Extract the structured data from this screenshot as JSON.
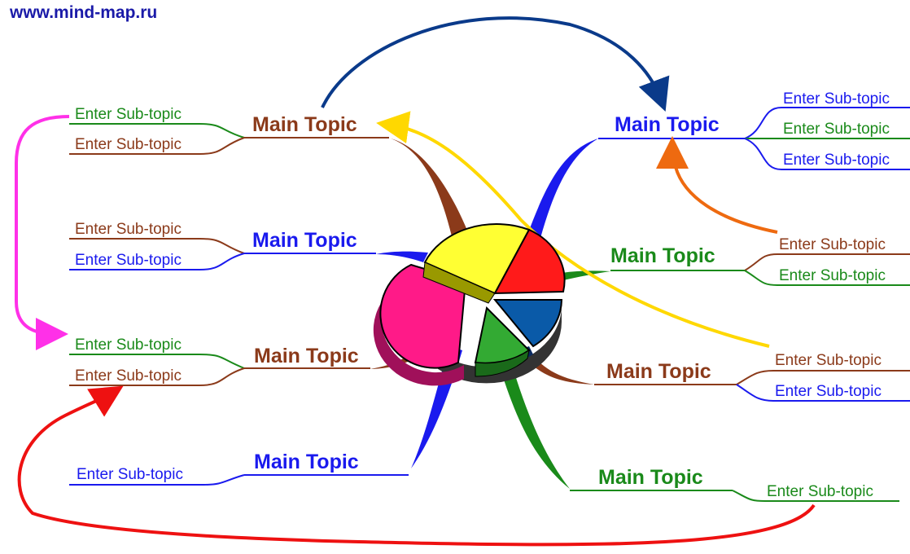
{
  "site": "www.mind-map.ru",
  "colors": {
    "brown": "#8b3a1a",
    "blue": "#1a1aee",
    "green": "#1a8a1a",
    "dark_blue": "#0a3a8a",
    "yellow": "#ffd800",
    "orange": "#ee6a10",
    "magenta": "#ff30e8",
    "red": "#ee1111"
  },
  "center_icon": "pie-chart-icon",
  "topics": [
    {
      "label": "Main Topic",
      "color": "brown",
      "subtopics": [
        {
          "label": "Enter Sub-topic",
          "color": "green"
        },
        {
          "label": "Enter Sub-topic",
          "color": "brown"
        }
      ]
    },
    {
      "label": "Main Topic",
      "color": "blue",
      "subtopics": [
        {
          "label": "Enter Sub-topic",
          "color": "brown"
        },
        {
          "label": "Enter Sub-topic",
          "color": "blue"
        }
      ]
    },
    {
      "label": "Main Topic",
      "color": "brown",
      "subtopics": [
        {
          "label": "Enter Sub-topic",
          "color": "green"
        },
        {
          "label": "Enter Sub-topic",
          "color": "brown"
        }
      ]
    },
    {
      "label": "Main Topic",
      "color": "blue",
      "subtopics": [
        {
          "label": "Enter Sub-topic",
          "color": "blue"
        }
      ]
    },
    {
      "label": "Main Topic",
      "color": "blue",
      "subtopics": [
        {
          "label": "Enter Sub-topic",
          "color": "blue"
        },
        {
          "label": "Enter Sub-topic",
          "color": "green"
        },
        {
          "label": "Enter Sub-topic",
          "color": "blue"
        }
      ]
    },
    {
      "label": "Main Topic",
      "color": "green",
      "subtopics": [
        {
          "label": "Enter Sub-topic",
          "color": "brown"
        },
        {
          "label": "Enter Sub-topic",
          "color": "green"
        }
      ]
    },
    {
      "label": "Main Topic",
      "color": "brown",
      "subtopics": [
        {
          "label": "Enter Sub-topic",
          "color": "brown"
        },
        {
          "label": "Enter Sub-topic",
          "color": "blue"
        }
      ]
    },
    {
      "label": "Main Topic",
      "color": "green",
      "subtopics": [
        {
          "label": "Enter Sub-topic",
          "color": "green"
        }
      ]
    }
  ],
  "relationship_arrows": [
    {
      "color": "dark_blue",
      "from": "topic-1",
      "to": "topic-5"
    },
    {
      "color": "yellow",
      "from": "topic-7.subtopic-1",
      "to": "topic-1"
    },
    {
      "color": "orange",
      "from": "topic-6.subtopic-1",
      "to": "topic-5"
    },
    {
      "color": "magenta",
      "from": "topic-1.subtopic-1",
      "to": "topic-3.subtopic-1"
    },
    {
      "color": "red",
      "from": "topic-8.subtopic-1",
      "to": "topic-3.subtopic-2"
    }
  ]
}
